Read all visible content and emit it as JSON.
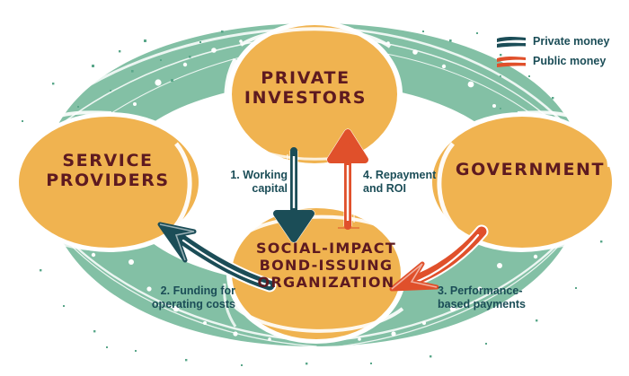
{
  "diagram": {
    "title": "Social-impact bond money flow cycle",
    "colors": {
      "background": "#ffffff",
      "ring_green": "#83c0a5",
      "node_orange": "#f0b350",
      "node_text": "#5e1a20",
      "private_money": "#1b4d57",
      "public_money": "#e0502b",
      "flow_label_text": "#1b4d57",
      "paint_white": "#ffffff"
    },
    "nodes": [
      {
        "id": "service-providers",
        "label": "SERVICE\nPROVIDERS"
      },
      {
        "id": "private-investors",
        "label": "PRIVATE\nINVESTORS"
      },
      {
        "id": "government",
        "label": "GOVERNMENT"
      },
      {
        "id": "sibo",
        "label": "SOCIAL-IMPACT\nBOND-ISSUING\nORGANIZATION"
      }
    ],
    "flows": [
      {
        "id": "flow-1",
        "number": "1.",
        "label": "1. Working\ncapital",
        "money_type": "private",
        "from": "private-investors",
        "to": "sibo"
      },
      {
        "id": "flow-2",
        "number": "2.",
        "label": "2. Funding for\noperating costs",
        "money_type": "private",
        "from": "sibo",
        "to": "service-providers"
      },
      {
        "id": "flow-3",
        "number": "3.",
        "label": "3. Performance-\nbased payments",
        "money_type": "public",
        "from": "government",
        "to": "sibo"
      },
      {
        "id": "flow-4",
        "number": "4.",
        "label": "4. Repayment\nand ROI",
        "money_type": "public",
        "from": "sibo",
        "to": "private-investors"
      }
    ],
    "legend": {
      "items": [
        {
          "id": "private-money",
          "label": "Private money",
          "color": "#1b4d57"
        },
        {
          "id": "public-money",
          "label": "Public  money",
          "color": "#e0502b"
        }
      ]
    }
  }
}
